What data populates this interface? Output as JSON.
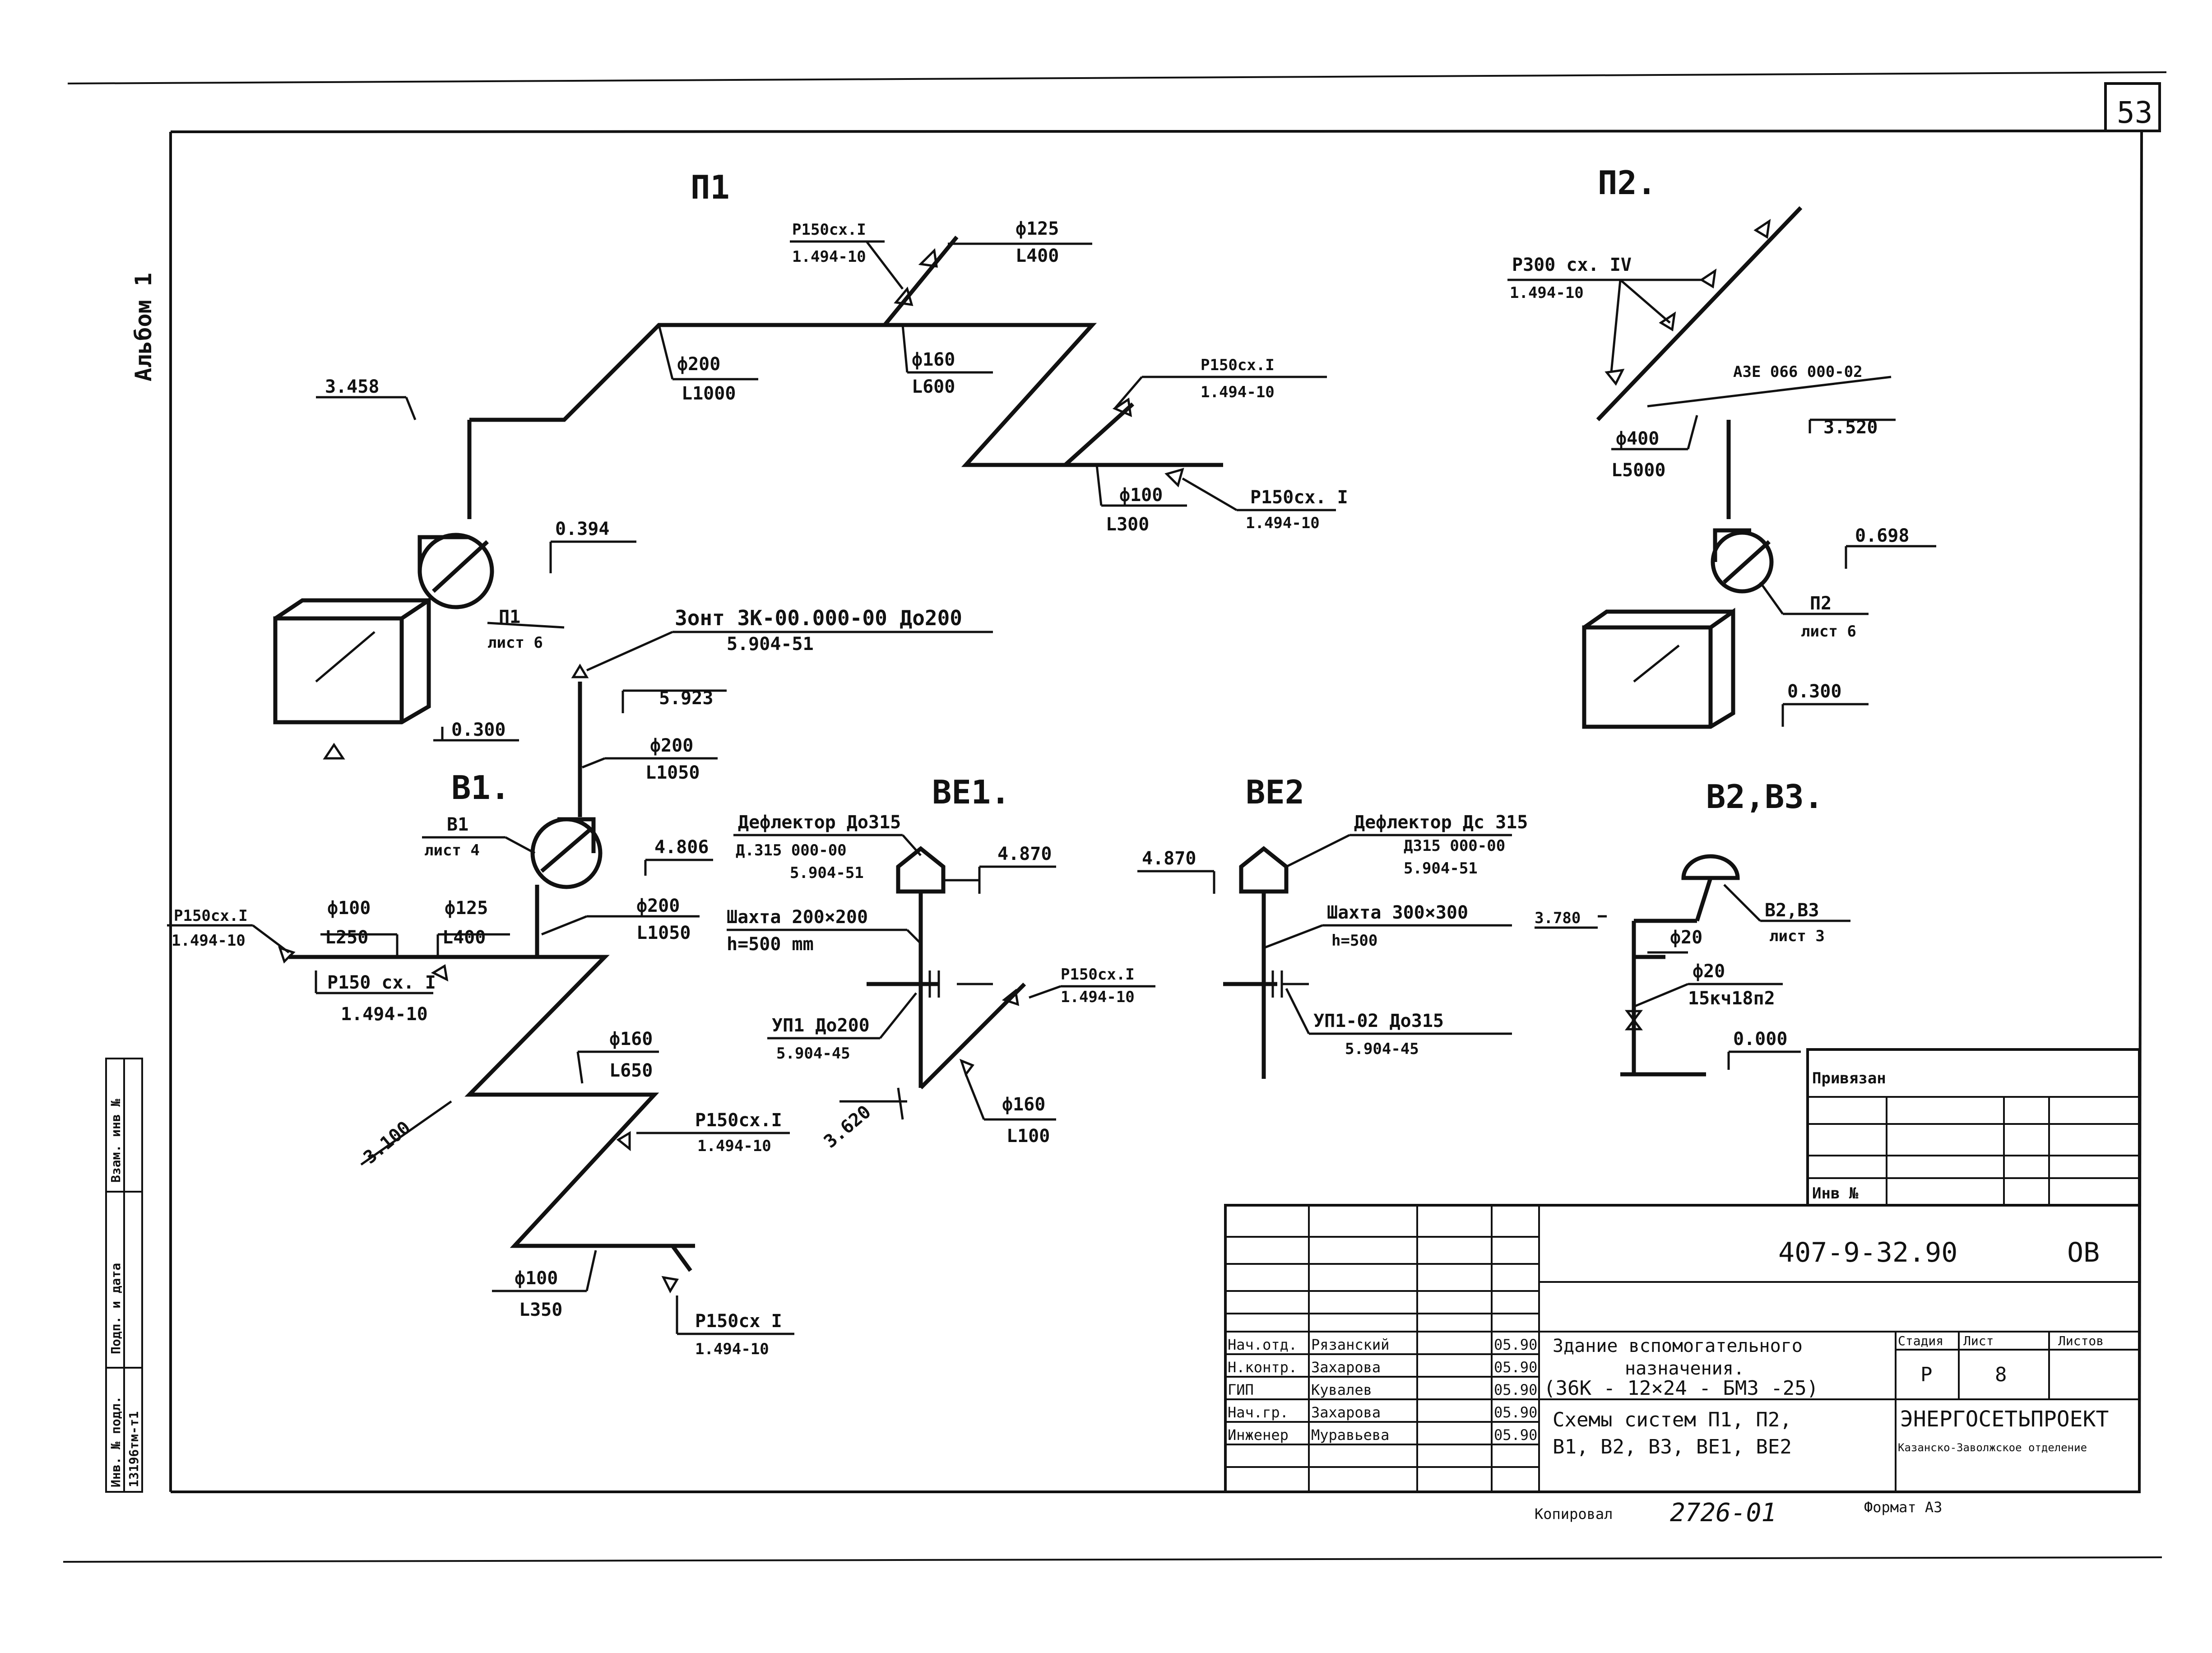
{
  "sheet": {
    "page_number": "53",
    "album": "Альбом 1",
    "side_labels": [
      "Взам. инв №",
      "Подп. и дата",
      "Инв. № подл."
    ],
    "inv_number": "13196тм-т1"
  },
  "systems": {
    "p1": {
      "title": "П1",
      "labels": {
        "el_3458": "3.458",
        "d200": "ф200",
        "l1000": "L1000",
        "d160": "ф160",
        "l600": "L600",
        "p150_top": "Р150сх.I",
        "p150_top_ref": "1.494-10",
        "d125": "ф125",
        "l400": "L400",
        "p150_mid": "Р150сх.I",
        "p150_mid_ref": "1.494-10",
        "d100": "ф100",
        "l300": "L300",
        "p150_low": "Р150сх. I",
        "p150_low_ref": "1.494-10",
        "el_0394": "0.394",
        "unit": "П1",
        "unit_ref": "лист 6",
        "el_0300": "0.300"
      }
    },
    "p2": {
      "title": "П2.",
      "labels": {
        "p300": "Р300 сх. IV",
        "p300_ref": "1.494-10",
        "a3e": "А3Е 066 000-02",
        "d400": "ф400",
        "l5000": "L5000",
        "el_3520": "3.520",
        "el_0698": "0.698",
        "unit": "П2",
        "unit_ref": "лист 6",
        "el_0300": "0.300"
      }
    },
    "v1": {
      "title": "В1.",
      "labels": {
        "zont": "Зонт ЗК-00.000-00 Дo200",
        "zont_ref": "5.904-51",
        "el_5923": "5.923",
        "d200a": "ф200",
        "l1050a": "L1050",
        "unit": "В1",
        "unit_ref": "лист 4",
        "el_4806": "4.806",
        "p150_left": "Р150сх.I",
        "p150_left_ref": "1.494-10",
        "d100": "ф100",
        "l250": "L250",
        "d125": "ф125",
        "l400": "L400",
        "d200b": "ф200",
        "l1050b": "L1050",
        "p150_b": "Р150 сх. I",
        "p150_b_ref": "1.494-10",
        "d160": "ф160",
        "l650": "L650",
        "el_3100": "3.100",
        "p150_c": "Р150сх.I",
        "p150_c_ref": "1.494-10",
        "d100b": "ф100",
        "l350": "L350",
        "p150_d": "Р150сх I",
        "p150_d_ref": "1.494-10"
      }
    },
    "ve1": {
      "title": "ВЕ1.",
      "labels": {
        "defl": "Дефлектор Дo315",
        "defl_ref1": "Д.315 000-00",
        "defl_ref2": "5.904-51",
        "el_4870": "4.870",
        "shaft": "Шахта 200×200",
        "shaft_h": "h=500 mm",
        "up1": "УП1 Дo200",
        "up1_ref": "5.904-45",
        "p150": "Р150сх.I",
        "p150_ref": "1.494-10",
        "el_3620": "3.620",
        "d160": "ф160",
        "l100": "L100"
      }
    },
    "ve2": {
      "title": "ВЕ2",
      "labels": {
        "defl": "Дефлектор Дс 315",
        "defl_ref1": "Д315 000-00",
        "defl_ref2": "5.904-51",
        "el_4870": "4.870",
        "shaft": "Шахта 300×300",
        "shaft_h": "h=500",
        "up1": "УП1-02 Дo315",
        "up1_ref": "5.904-45"
      }
    },
    "v2v3": {
      "title": "В2,В3.",
      "labels": {
        "el_3780": "3.780",
        "d20a": "ф20",
        "d20b": "ф20",
        "valve": "15кч18п2",
        "el_0000": "0.000",
        "unit": "В2,В3",
        "unit_ref": "лист 3"
      }
    }
  },
  "title_block": {
    "privyazan": "Привязан",
    "inv_no": "Инв №",
    "doc_code": "407-9-32.90",
    "section": "ОВ",
    "roles": [
      {
        "role": "Нач.отд.",
        "name": "Рязанский",
        "date": "05.90"
      },
      {
        "role": "Н.контр.",
        "name": "Захарова",
        "date": "05.90"
      },
      {
        "role": "ГИП",
        "name": "Кувалев",
        "date": "05.90"
      },
      {
        "role": "Нач.гр.",
        "name": "Захарова",
        "date": "05.90"
      },
      {
        "role": "Инженер",
        "name": "Муравьева",
        "date": "05.90"
      }
    ],
    "building_title": [
      "Здание вспомогательного",
      "назначения.",
      "(36К - 12×24 - БМЗ -25)"
    ],
    "sheet_title": [
      "Схемы систем П1, П2,",
      "В1, В2, В3, ВЕ1, ВЕ2"
    ],
    "stage_label": "Стадия",
    "sheet_label": "Лист",
    "sheets_label": "Листов",
    "stage": "Р",
    "sheet": "8",
    "org": [
      "ЭНЕРГОСЕТЬПРОЕКТ",
      "Казанско-Заволжское отделение"
    ],
    "copied": "Копировал",
    "copy_number": "2726-01",
    "format": "Формат А3"
  }
}
